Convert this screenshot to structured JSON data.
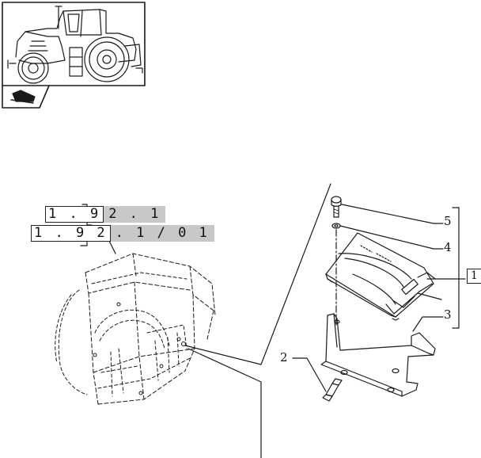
{
  "references": {
    "ref_a": {
      "part1": "1 . 9",
      "part2": "2 . 1"
    },
    "ref_b": {
      "part1": "1 . 9 2",
      "part2": ". 1 / 0 1"
    }
  },
  "callouts": {
    "c5": "5",
    "c4": "4",
    "c1": "1",
    "c3": "3",
    "c2": "2"
  },
  "icons": {
    "vehicle": "tractor-icon",
    "book": "manual-book-icon"
  },
  "colors": {
    "line": "#1a1a1a",
    "ref_fill": "#c8c8c8"
  }
}
